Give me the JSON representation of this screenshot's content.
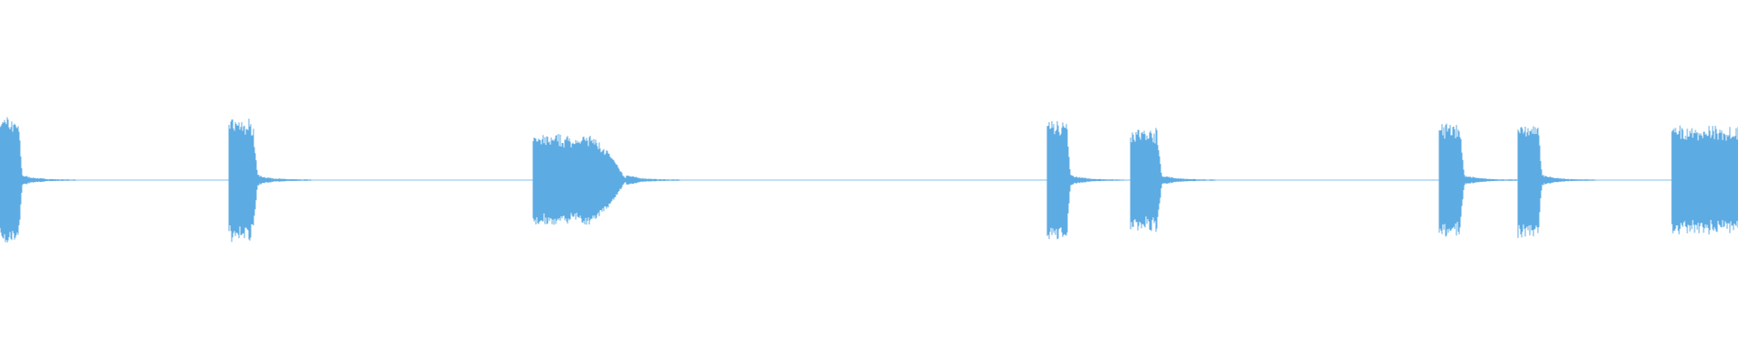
{
  "waveform": {
    "color": "#5dabe3",
    "background": "#ffffff",
    "duration_units": 1920,
    "amplitude_range": [
      -1,
      1
    ],
    "bursts": [
      {
        "name": "burst-1",
        "start": 0,
        "end": 24,
        "peak": 0.74,
        "shape": "tapered"
      },
      {
        "name": "burst-2",
        "start": 253,
        "end": 284,
        "peak": 0.7,
        "shape": "tapered"
      },
      {
        "name": "burst-3",
        "start": 589,
        "end": 692,
        "peak": 0.53,
        "shape": "dome"
      },
      {
        "name": "burst-4",
        "start": 1157,
        "end": 1182,
        "peak": 0.7,
        "shape": "tapered"
      },
      {
        "name": "burst-5",
        "start": 1249,
        "end": 1283,
        "peak": 0.59,
        "shape": "tapered"
      },
      {
        "name": "burst-6",
        "start": 1590,
        "end": 1617,
        "peak": 0.65,
        "shape": "tapered"
      },
      {
        "name": "burst-7",
        "start": 1677,
        "end": 1703,
        "peak": 0.66,
        "shape": "tapered"
      },
      {
        "name": "burst-8",
        "start": 1847,
        "end": 1920,
        "peak": 0.62,
        "shape": "flat"
      }
    ]
  }
}
